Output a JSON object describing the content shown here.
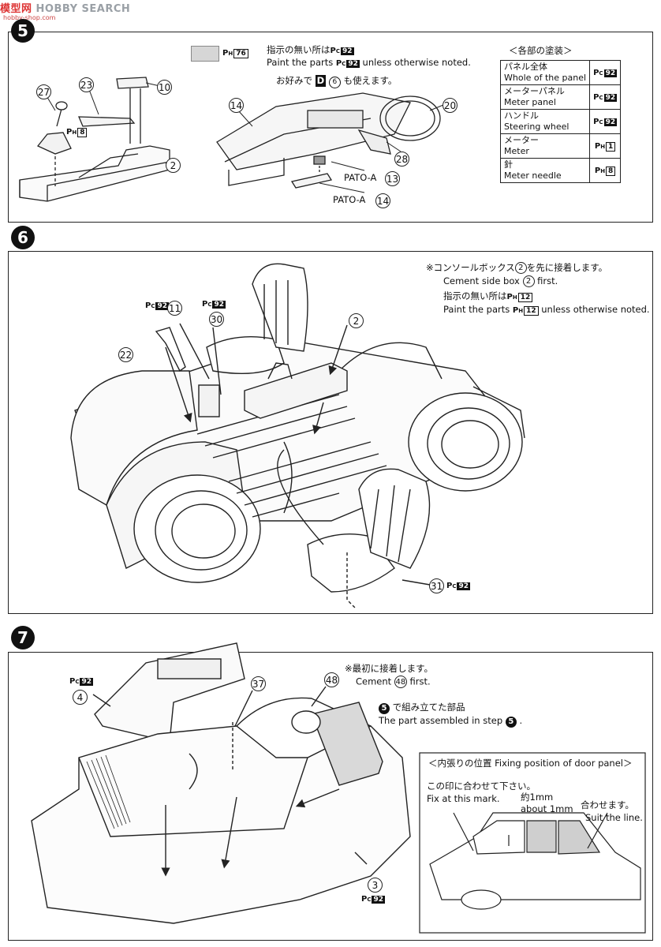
{
  "watermark": {
    "logo": "模型网",
    "text": "HOBBY SEARCH",
    "url": "hobby-shop.com"
  },
  "step5": {
    "num": "5",
    "swatch_paint": {
      "prefix": "P",
      "sub": "H",
      "code": "76"
    },
    "note_jp": "指示の無い所は",
    "note_jp_tail": "",
    "note_code": "92",
    "note_en_a": "Paint the parts",
    "note_en_b": "unless otherwise noted.",
    "option_jp_a": "お好みで",
    "option_d": "D",
    "option_6": "6",
    "option_jp_b": "も使えます。",
    "parts": {
      "p27": "27",
      "p23": "23",
      "p10": "10",
      "p2": "2",
      "p14": "14",
      "p20": "20",
      "p28": "28",
      "p13": "13",
      "p14b": "14"
    },
    "ph8": "8",
    "pato_a1": "PATO-A",
    "pato_a2": "PATO-A",
    "table_title": "＜各部の塗装＞",
    "table": [
      {
        "jp": "パネル全体",
        "en": "Whole of the panel",
        "p": "C",
        "code": "92",
        "outline": false
      },
      {
        "jp": "メーターパネル",
        "en": "Meter panel",
        "p": "C",
        "code": "92",
        "outline": false
      },
      {
        "jp": "ハンドル",
        "en": "Steering wheel",
        "p": "C",
        "code": "92",
        "outline": false
      },
      {
        "jp": "メーター",
        "en": "Meter",
        "p": "H",
        "code": "1",
        "outline": true
      },
      {
        "jp": "針",
        "en": "Meter needle",
        "p": "H",
        "code": "8",
        "outline": true
      }
    ]
  },
  "step6": {
    "num": "6",
    "note1_jp_a": "※コンソールボックス",
    "note1_num": "2",
    "note1_jp_b": "を先に接着します。",
    "note1_en_a": "Cement side box",
    "note1_en_b": "first.",
    "note2_jp": "指示の無い所は",
    "note2_code": "12",
    "note2_en_a": "Paint the parts",
    "note2_en_b": "unless otherwise noted.",
    "parts": {
      "p11": "11",
      "p30": "30",
      "p2": "2",
      "p22": "22",
      "p31": "31"
    },
    "pc": "92"
  },
  "step7": {
    "num": "7",
    "note1_jp": "※最初に接着します。",
    "note1_en_a": "Cement",
    "note1_num": "48",
    "note1_en_b": "first.",
    "note2_num": "5",
    "note2_jp": "で組み立てた部品",
    "note2_en": "The part assembled in step",
    "parts": {
      "p4": "4",
      "p37": "37",
      "p48": "48",
      "p3": "3"
    },
    "pc": "92",
    "inset_title": "＜内張りの位置 Fixing position of door panel＞",
    "mark_jp": "この印に合わせて下さい。",
    "mark_en": "Fix at this mark.",
    "mm_jp": "約1mm",
    "mm_en": "about 1mm",
    "line_jp": "合わせます。",
    "line_en": "Suit the line."
  }
}
